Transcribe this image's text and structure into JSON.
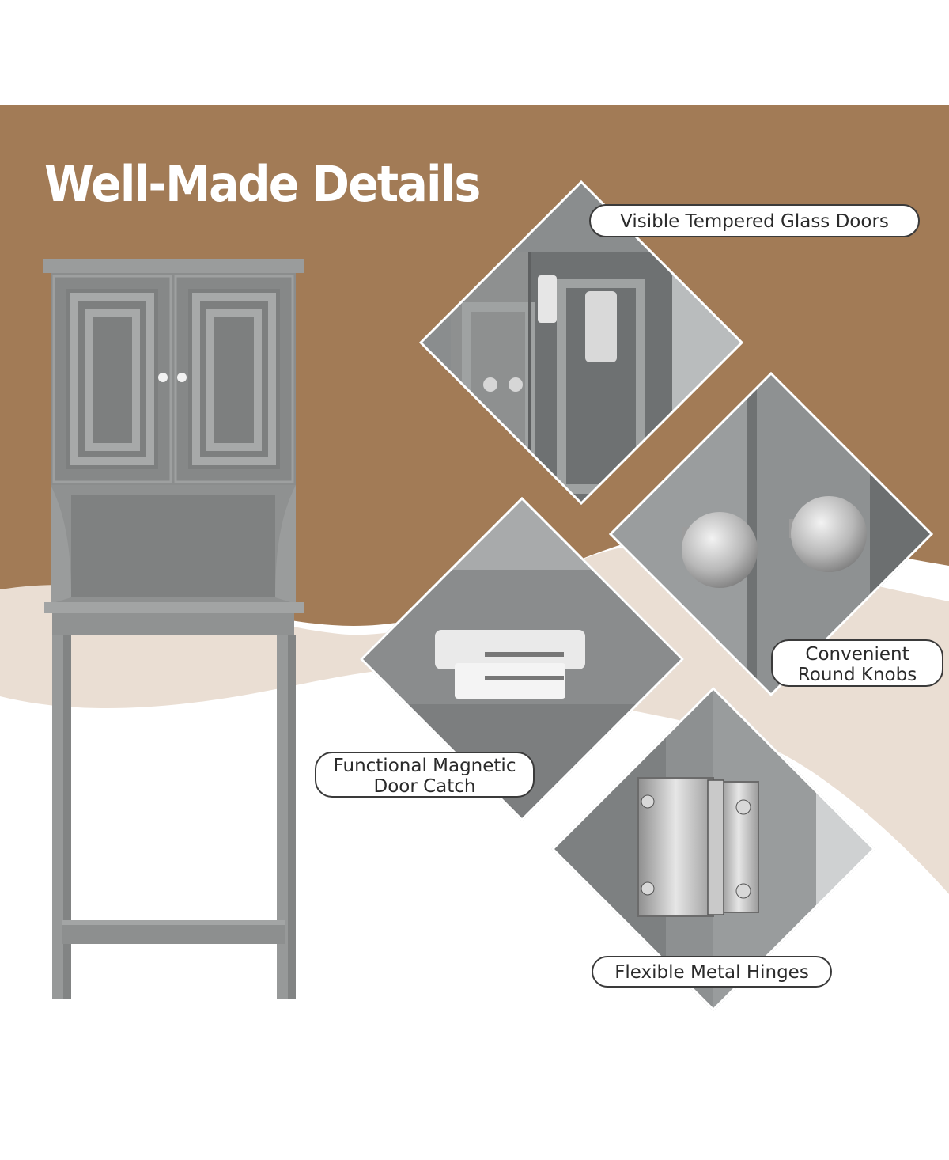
{
  "headline": "Well-Made Details",
  "callouts": {
    "glass_doors": "Visible Tempered Glass Doors",
    "knobs_line1": "Convenient",
    "knobs_line2": "Round Knobs",
    "catch_line1": "Functional Magnetic",
    "catch_line2": "Door Catch",
    "hinges": "Flexible Metal Hinges"
  },
  "colors": {
    "brown": "#a27b56",
    "beige": "#e9ddd2",
    "cabinet_gray": "#8a8c8c",
    "outline": "#3a3a3a"
  }
}
